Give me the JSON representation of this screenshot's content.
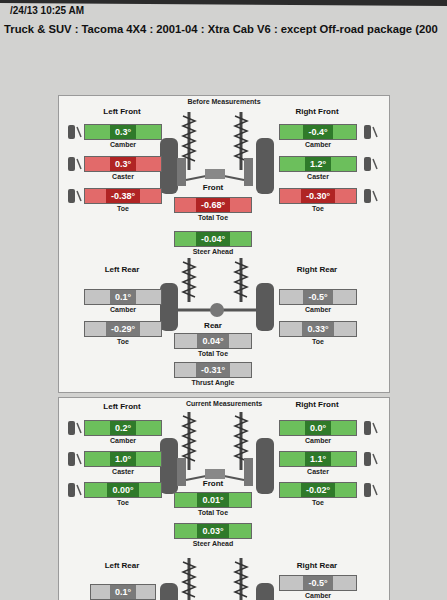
{
  "diagram": {
    "title": "Truck & SUV : Tacoma 4X4 : 2001-04 : Xtra Cab V6 : except Off-road package (200",
    "nodes": [
      {
        "text": [
          "Before Measurements"
        ]
      },
      {
        "text": [
          "0.3°",
          "Camber"
        ],
        "in": 0
      },
      {
        "text": [
          "-0.4°",
          "Camber"
        ],
        "in": 0
      },
      {
        "text": [
          "0.3°",
          "Caster"
        ],
        "in": 0
      },
      {
        "text": [
          "1.2°",
          "Caster"
        ],
        "in": 0
      },
      {
        "text": [
          "-0.38°",
          "Toe"
        ],
        "in": 0
      },
      {
        "text": [
          "-0.30°",
          "Toe"
        ],
        "in": 0
      },
      {
        "text": [
          "-0.68°",
          "Total Toe"
        ],
        "in": 0
      },
      {
        "text": [
          "-0.04°",
          "Steer Ahead"
        ],
        "in": 0
      },
      {
        "text": [
          "0.1°",
          "Camber"
        ],
        "in": 0
      },
      {
        "text": [
          "-0.5°",
          "Camber"
        ],
        "in": 0
      },
      {
        "text": [
          "-0.29°",
          "Toe"
        ],
        "in": 0
      },
      {
        "text": [
          "0.33°",
          "Toe"
        ],
        "in": 0
      },
      {
        "text": [
          "0.04°",
          "Total Toe"
        ],
        "in": 0
      },
      {
        "text": [
          "-0.31°",
          "Thrust Angle"
        ],
        "in": 0
      },
      {
        "text": [
          "Current Measurements"
        ]
      },
      {
        "text": [
          "0.2°",
          "Camber"
        ],
        "in": 15
      },
      {
        "text": [
          "0.0°",
          "Camber"
        ],
        "in": 15
      },
      {
        "text": [
          "1.0°",
          "Caster"
        ],
        "in": 15
      },
      {
        "text": [
          "1.1°",
          "Caster"
        ],
        "in": 15
      },
      {
        "text": [
          "0.00°",
          "Toe"
        ],
        "in": 15
      },
      {
        "text": [
          "-0.02°",
          "Toe"
        ],
        "in": 15
      },
      {
        "text": [
          "0.01°",
          "Total Toe"
        ],
        "in": 15
      },
      {
        "text": [
          "0.03°",
          "Steer Ahead"
        ],
        "in": 15
      },
      {
        "text": [
          "0.1°"
        ],
        "in": 15
      },
      {
        "text": [
          "-0.5°",
          "Camber"
        ],
        "in": 15
      }
    ],
    "labels": [
      "/24/13 10:25 AM",
      "Left Front",
      "Right Front",
      "Front",
      "Left Rear",
      "Right Rear",
      "Rear",
      "Left Front",
      "Right Front",
      "Front",
      "Left Rear",
      "Right Rear"
    ]
  }
}
